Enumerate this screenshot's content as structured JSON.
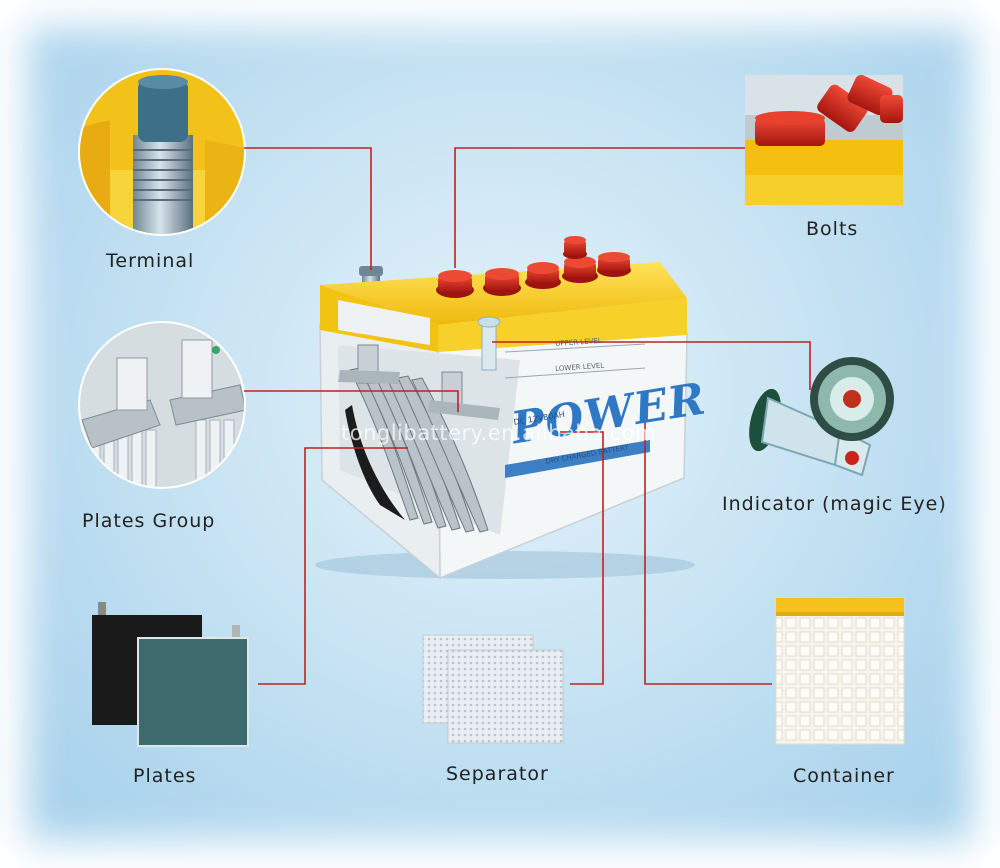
{
  "labels": {
    "terminal": "Terminal",
    "bolts": "Bolts",
    "plates_group": "Plates Group",
    "indicator": "Indicator (magic Eye)",
    "plates": "Plates",
    "separator": "Separator",
    "container": "Container"
  },
  "battery": {
    "brand": "POWER",
    "model": "DC 12V80AH",
    "upper_level": "UPPER LEVEL",
    "lower_level": "LOWER LEVEL",
    "sub_text": "DRY CHARGED BATTERY"
  },
  "watermark": "tonglibattery.en.alibaba.com",
  "colors": {
    "leader_line": "#c0221f",
    "lid_yellow": "#f6d21a",
    "cap_red": "#d22a1e",
    "case_white": "#f4f7f8",
    "plate_dark": "#1c1c1c",
    "plate_teal": "#3f6f72",
    "brand_blue": "#2f78c4"
  }
}
